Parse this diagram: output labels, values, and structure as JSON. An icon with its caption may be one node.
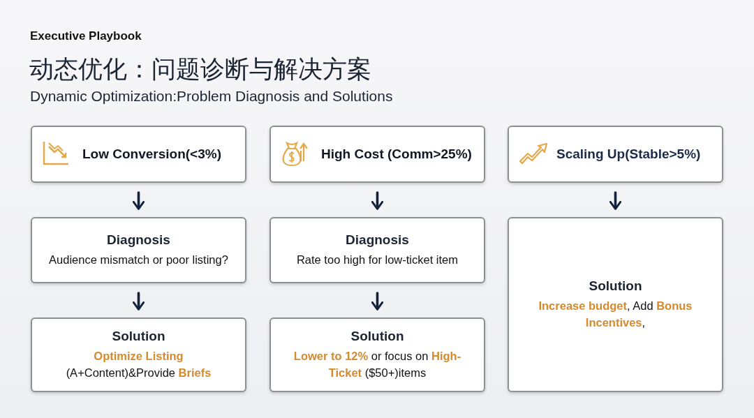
{
  "diagram": {
    "title": "动态优化：问题诊断与解决方案",
    "nodes": [
      {
        "text": [
          "Low Conversion(<3%)"
        ]
      },
      {
        "text": [
          "High Cost (Comm>25%)"
        ]
      },
      {
        "text": [
          "Scaling Up(Stable>5%)"
        ]
      },
      {
        "text": [
          "Diagnosis",
          "Audience mismatch or poor listing?"
        ]
      },
      {
        "text": [
          "Diagnosis",
          "Rate too high for low-ticket item"
        ]
      },
      {
        "text": [
          "Solution",
          "**Optimize Listing** (A+Content)&Provide **Briefs**"
        ]
      },
      {
        "text": [
          "Solution",
          "**Lower to 12%** or focus on **High-Ticket** ($50+)items"
        ]
      },
      {
        "text": [
          "Solution",
          "**Increase budget**, Add **Bonus Incentives**,"
        ]
      }
    ],
    "edges": [
      {
        "from": 0,
        "to": 3,
        "arrow": "to"
      },
      {
        "from": 3,
        "to": 5,
        "arrow": "to"
      },
      {
        "from": 1,
        "to": 4,
        "arrow": "to"
      },
      {
        "from": 4,
        "to": 6,
        "arrow": "to"
      },
      {
        "from": 2,
        "to": 7,
        "arrow": "to"
      }
    ],
    "labels": [
      "Executive Playbook",
      "Dynamic Optimization:Problem Diagnosis and Solutions"
    ]
  }
}
